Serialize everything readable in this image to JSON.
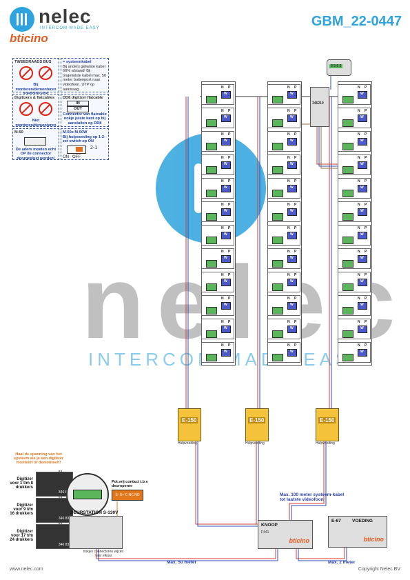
{
  "header": {
    "brand": "nelec",
    "tagline": "INTERCOM MADE EASY",
    "bticino": "bticino",
    "document_id": "GBM_22-0447"
  },
  "watermark": {
    "text": "nelec",
    "tagline": "INTERCOM MADE EASY"
  },
  "legend": {
    "bus_title": "TWEEDRAADS BUS",
    "bus_warning": "Bij monteren/demonteren spanning eraf voorkomt defecten!",
    "system_cable_title": "= systeemkabel",
    "system_cable_text": "Bij anders getwiste kabel 66% afstand! Bij ongetwiste kabel max. 50 meter buitenpost naar videofoon. UTP op aanvraag",
    "flatcable_title": "Digitizers & flatcables",
    "flatcable_warning": "Niet monteren/demonteren onder spanning Beldrukkers mogen wel",
    "dd8_title": "DD8 digitizer flatcable",
    "dd8_in": "IN",
    "dd8_out": "OUT",
    "dd8_text": "Connector van flatcable nokje juiste kant op bij aansluiten op DD8",
    "m50_title": "M-50",
    "m50_text": "De aders moeten echt OP de connector doorgeslust worden!",
    "m50w_title": "M-50e M-50W",
    "m50w_text": "Bij hulpvoeding op 1-2-zet switch op ON",
    "switch_label": "2-1",
    "switch_on": "ON",
    "switch_off": "OFF"
  },
  "selector": {
    "code": "346210",
    "display": "0 5 6 5"
  },
  "psus": [
    {
      "name": "E-150",
      "caption": "Hulpvoeding"
    },
    {
      "name": "E-150",
      "caption": "Hulpvoeding"
    },
    {
      "name": "E-150",
      "caption": "Hulpvoeding"
    }
  ],
  "left_panel": {
    "warning": "Haal de spanning van het systeem als je een digitizer monteert of demonteert!",
    "digitizers": [
      {
        "label": "Digitizer voor 1 t/m 8 drukkers",
        "code": "346 830"
      },
      {
        "label": "Digitizer voor 9 t/m 16 drukkers",
        "code": "346 830"
      },
      {
        "label": "Digitizer voor 17 t/m 24 drukkers",
        "code": "346 830"
      }
    ],
    "deurstation_label": "DEURSTATION S-130V",
    "connector_note": "nokjes connectoren wijzen naar elkaar",
    "contact_title": "Pot.vrij contact t.b.v deuropener",
    "contact_terminals": "S- S+ C NC NO"
  },
  "knoop": {
    "title": "KNOOP",
    "code": "F441",
    "brand": "bticino"
  },
  "voeding": {
    "title": "VOEDING",
    "model": "E-67",
    "brand": "bticino"
  },
  "annotations": {
    "max100": "Max. 100 meter systeem-kabel tot laatste videofoon",
    "max50": "Max. 50 meter",
    "max2": "Max. 2 meter"
  },
  "unit_labels": {
    "n": "N",
    "p": "P",
    "w": "W"
  },
  "footer": {
    "left": "www.nelec.com",
    "right": "Copyright Nelec BV"
  },
  "colors": {
    "accent": "#2ea3dd",
    "brand_orange": "#e35b1e",
    "bus_red": "#d43b2a",
    "bus_blue": "#2b4fb8",
    "panel_green": "#5bb55b",
    "psu_yellow": "#f4c33b"
  }
}
